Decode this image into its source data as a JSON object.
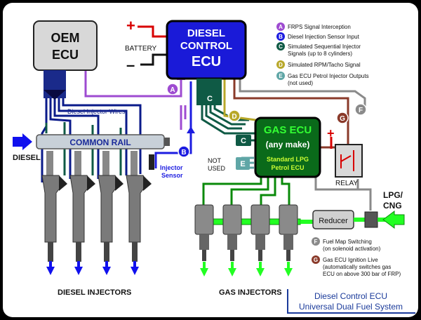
{
  "ecus": {
    "oem": [
      "OEM",
      "ECU"
    ],
    "diesel_control": [
      "DIESEL",
      "CONTROL",
      "ECU"
    ],
    "gas": {
      "title": "GAS ECU",
      "subtitle": "(any make)",
      "note": [
        "Standard LPG",
        "Petrol ECU"
      ]
    }
  },
  "labels": {
    "battery": "BATTERY",
    "plus": "+",
    "minus": "–",
    "diesel": "DIESEL",
    "common_rail": "COMMON RAIL",
    "diesel_injector_wires": "Diesel Injector Wires",
    "injector_sensor": [
      "Injector",
      "Sensor"
    ],
    "not_used": [
      "NOT",
      "USED"
    ],
    "relay": "RELAY",
    "reducer": "Reducer",
    "lpg_cng": [
      "LPG/",
      "CNG"
    ],
    "diesel_injectors": "DIESEL INJECTORS",
    "gas_injectors": "GAS INJECTORS"
  },
  "legend_top": [
    {
      "letter": "A",
      "color": "#9e4bd1",
      "lines": [
        "FRPS Signal Interception"
      ]
    },
    {
      "letter": "B",
      "color": "#1c1ce0",
      "lines": [
        "Diesel Injection Sensor Input"
      ]
    },
    {
      "letter": "C",
      "color": "#0f5a45",
      "lines": [
        "Simulated Sequential Injector",
        "Signals (up to 8 cylinders)"
      ]
    },
    {
      "letter": "D",
      "color": "#b8a82a",
      "lines": [
        "Simulated RPM/Tacho Signal"
      ]
    },
    {
      "letter": "E",
      "color": "#5fa6a6",
      "lines": [
        "Gas ECU Petrol Injector Outputs",
        "(not used)"
      ]
    }
  ],
  "legend_bottom": [
    {
      "letter": "F",
      "color": "#8a8a8a",
      "lines": [
        "Fuel Map Switching",
        "(on solenoid activation)"
      ]
    },
    {
      "letter": "G",
      "color": "#8a3a2a",
      "lines": [
        "Gas ECU Ignition Live",
        "(automatically switches gas",
        "ECU on above 300 bar of FRP)"
      ]
    }
  ],
  "wire_tags": {
    "A": "A",
    "B": "B",
    "C1": "C",
    "C2": "C",
    "D": "D",
    "E": "E",
    "F": "F",
    "G": "G"
  },
  "title_box": [
    "Diesel Control ECU",
    "Universal Dual Fuel System"
  ],
  "colors": {
    "background": "#000000",
    "panel": "#ffffff",
    "diesel_ecu": "#1a1ad8",
    "gas_ecu": "#0a6a1a",
    "oem_ecu": "#d8d8d8",
    "diesel_flow": "#1010ee",
    "gas_flow": "#22ff22",
    "title_text": "#1a3a9a"
  }
}
